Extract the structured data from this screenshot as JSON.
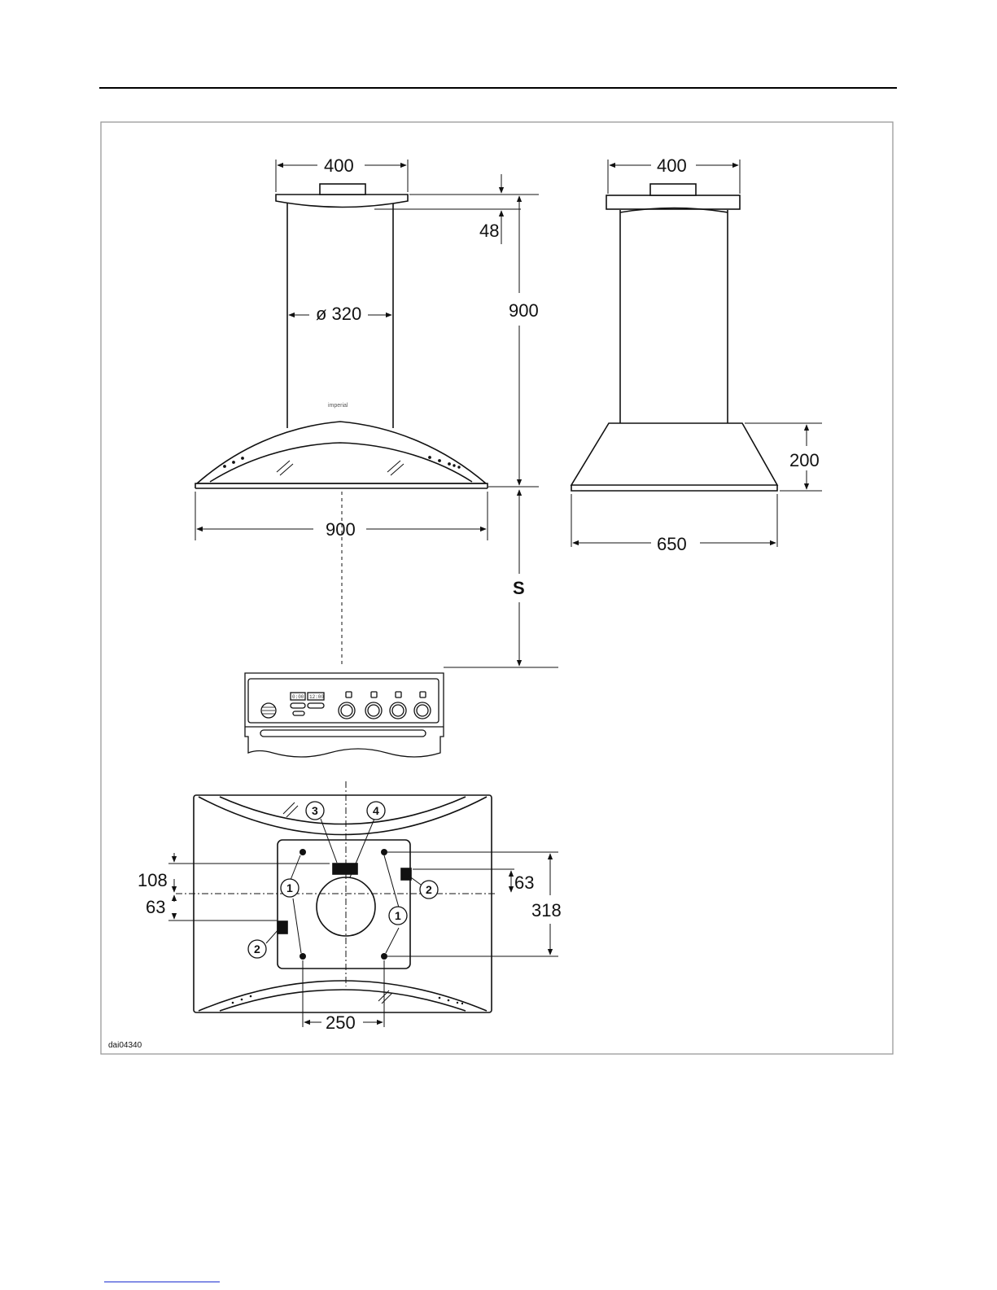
{
  "figure": {
    "dimensions": {
      "front_chimney_width": "400",
      "top_cap_height": "48",
      "chimney_diameter": "ø 320",
      "overall_height": "900",
      "front_width": "900",
      "side_chimney_width": "400",
      "side_hood_height": "200",
      "side_depth": "650",
      "clearance": "S",
      "bracket_offset_upper": "108",
      "bracket_offset_lower": "63",
      "bracket_offset_right": "63",
      "hole_spacing_vertical": "318",
      "hole_spacing_horizontal": "250"
    },
    "callouts": [
      "1",
      "1",
      "2",
      "2",
      "3",
      "4"
    ],
    "brand_label": "imperial",
    "oven_display": [
      "0:00",
      "12:00"
    ],
    "reference_code": "dai04340"
  }
}
